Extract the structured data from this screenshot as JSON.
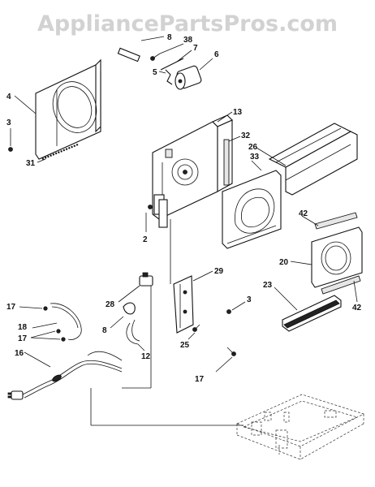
{
  "watermark": "AppliancePartsPros.com",
  "callouts": {
    "c8a": "8",
    "c38": "38",
    "c7": "7",
    "c6": "6",
    "c5": "5",
    "c4": "4",
    "c3a": "3",
    "c31": "31",
    "c13": "13",
    "c32": "32",
    "c26": "26",
    "c33": "33",
    "c2": "2",
    "c42a": "42",
    "c20": "20",
    "c42b": "42",
    "c29": "29",
    "c28": "28",
    "c3b": "3",
    "c23": "23",
    "c17a": "17",
    "c18": "18",
    "c8b": "8",
    "c17b": "17",
    "c16": "16",
    "c12": "12",
    "c25": "25",
    "c17c": "17"
  }
}
